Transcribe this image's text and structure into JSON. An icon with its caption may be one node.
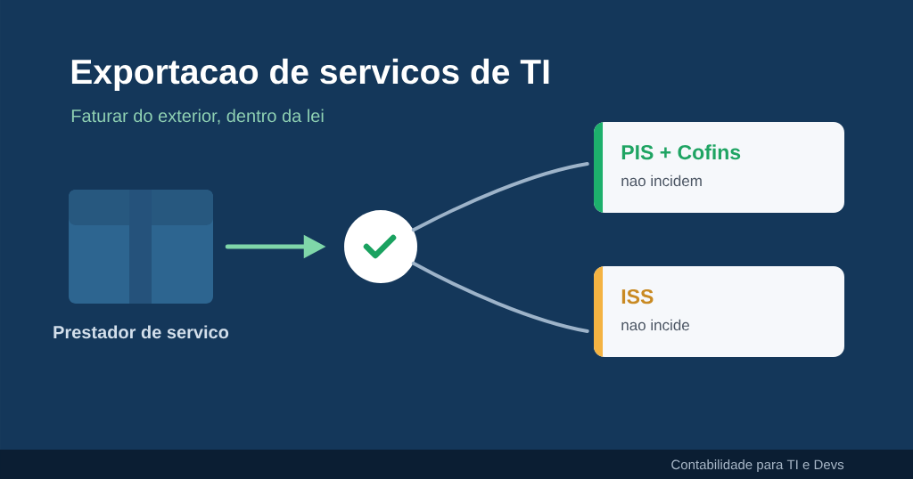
{
  "diagram": {
    "title": "Exportacao de servicos de TI",
    "nodes": [
      {
        "text": [],
        "shape": "picture",
        "beside": [
          "Prestador de servico"
        ]
      },
      {
        "text": [],
        "shape": "circle"
      },
      {
        "text": [
          "PIS + Cofins",
          "nao incidem"
        ]
      },
      {
        "text": [
          "ISS",
          "nao incide"
        ]
      }
    ],
    "edges": [
      {
        "from": 0,
        "to": 1,
        "arrow": "to",
        "color": "#7fd6a9"
      },
      {
        "from": 1,
        "to": 2,
        "arrow": "none"
      },
      {
        "from": 1,
        "to": 3,
        "arrow": "none"
      }
    ],
    "labels": [
      "Faturar do exterior, dentro da lei",
      "Contabilidade para TI e Devs"
    ]
  }
}
